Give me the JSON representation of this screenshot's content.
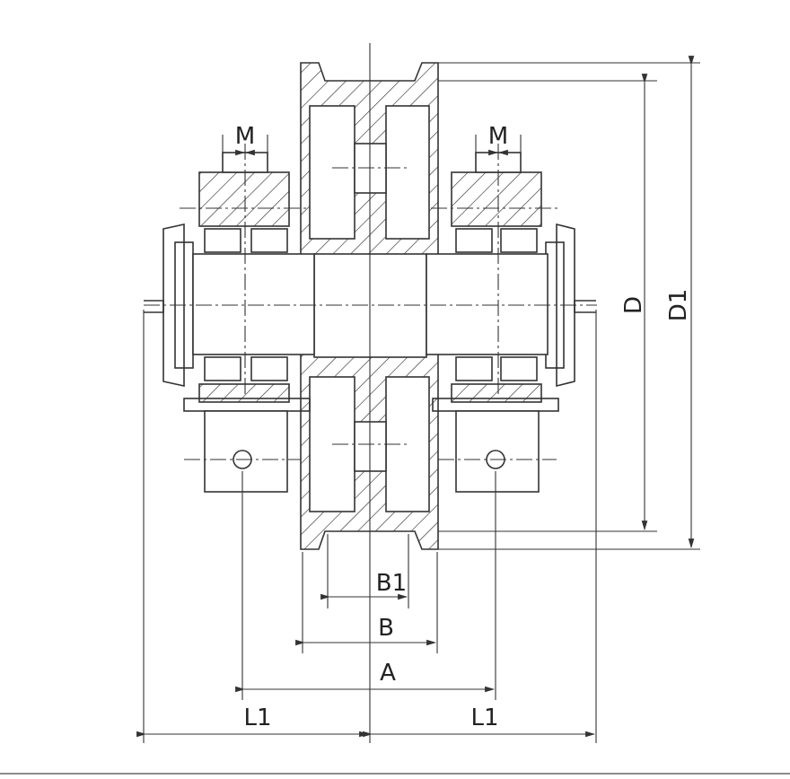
{
  "drawing": {
    "title": "Crane wheel assembly with bearing housings",
    "labels": {
      "m_left": "M",
      "m_right": "M",
      "d": "D",
      "d1": "D1",
      "b1": "B1",
      "b": "B",
      "a": "A",
      "l1_left": "L1",
      "l1_right": "L1"
    },
    "line_color": "#333333"
  }
}
